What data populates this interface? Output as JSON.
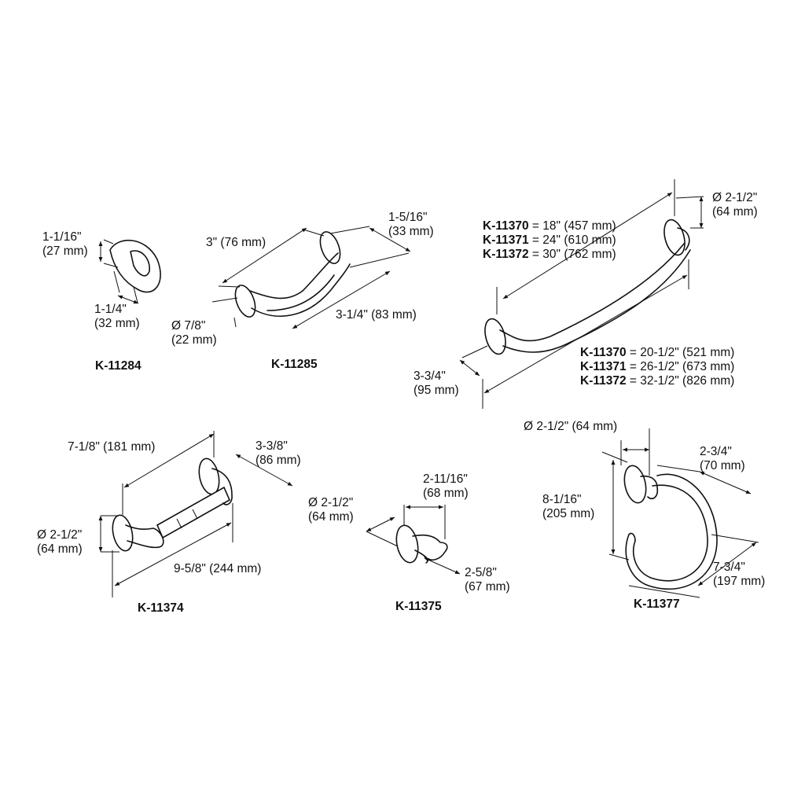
{
  "products": [
    {
      "model": "K-11284",
      "dims": {
        "height": [
          "1-1/16\"",
          "(27 mm)"
        ],
        "depth": [
          "1-1/4\"",
          "(32 mm)"
        ]
      }
    },
    {
      "model": "K-11285",
      "dims": {
        "length": "3\" (76 mm)",
        "projection": [
          "1-5/16\"",
          "(33 mm)"
        ],
        "base": [
          "Ø 7/8\"",
          "(22 mm)"
        ],
        "overall": "3-1/4\" (83 mm)"
      }
    },
    {
      "models_top": [
        {
          "m": "K-11370",
          "v": " = 18\" (457 mm)"
        },
        {
          "m": "K-11371",
          "v": " = 24\" (610 mm)"
        },
        {
          "m": "K-11372",
          "v": " = 30\" (762 mm)"
        }
      ],
      "models_bottom": [
        {
          "m": "K-11370",
          "v": " = 20-1/2\" (521 mm)"
        },
        {
          "m": "K-11371",
          "v": " = 26-1/2\" (673 mm)"
        },
        {
          "m": "K-11372",
          "v": " = 32-1/2\" (826 mm)"
        }
      ],
      "dims": {
        "diameter": [
          "Ø 2-1/2\"",
          "(64 mm)"
        ],
        "projection": [
          "3-3/4\"",
          "(95 mm)"
        ]
      }
    },
    {
      "model": "K-11374",
      "dims": {
        "length": "7-1/8\" (181 mm)",
        "projection": [
          "3-3/8\"",
          "(86 mm)"
        ],
        "diameter": [
          "Ø 2-1/2\"",
          "(64 mm)"
        ],
        "overall": "9-5/8\" (244 mm)"
      }
    },
    {
      "model": "K-11375",
      "dims": {
        "diameter": [
          "Ø 2-1/2\"",
          "(64 mm)"
        ],
        "projection": [
          "2-11/16\"",
          "(68 mm)"
        ],
        "depth": [
          "2-5/8\"",
          "(67 mm)"
        ]
      }
    },
    {
      "model": "K-11377",
      "dims": {
        "diameter": "Ø 2-1/2\" (64 mm)",
        "projection": [
          "2-3/4\"",
          "(70 mm)"
        ],
        "height": [
          "8-1/16\"",
          "(205 mm)"
        ],
        "width": [
          "7-3/4\"",
          "(197 mm)"
        ]
      }
    }
  ]
}
